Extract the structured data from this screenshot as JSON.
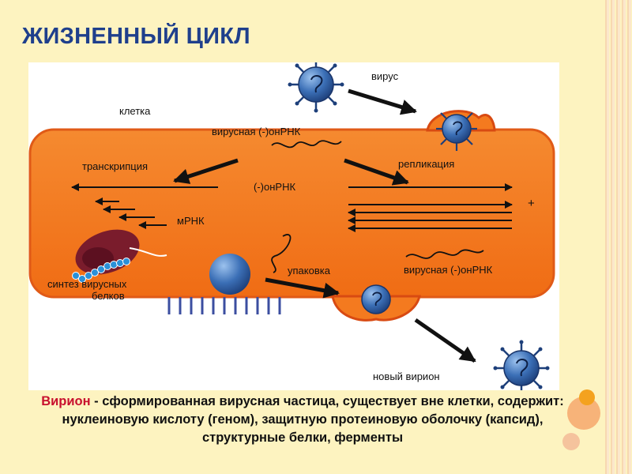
{
  "slide": {
    "title": "ЖИЗНЕННЫЙ ЦИКЛ"
  },
  "diagram": {
    "labels": {
      "virus": "вирус",
      "cell": "клетка",
      "viral_rna_top": "вирусная (-)онРНК",
      "transcription": "транскрипция",
      "replication": "репликация",
      "center_rna": "(-)онРНК",
      "mrna": "мРНК",
      "plus_sign": "+",
      "viral_rna_bottom": "вирусная (-)онРНК",
      "packaging": "упаковка",
      "protein_synthesis_line1": "синтез вирусных",
      "protein_synthesis_line2": "белков",
      "new_virion": "новый вирион"
    },
    "colors": {
      "cell_fill": "#f47a1f",
      "cell_border": "#d94e12",
      "virus_fill": "#3b6fb6",
      "arrow": "#111111",
      "ribosome": "#7a1c2c",
      "bead": "#2a90d8"
    }
  },
  "caption": {
    "term": "Вирион",
    "text": " - сформированная вирусная частица, существует вне клетки, содержит:  нуклеиновую кислоту (геном),   защитную протеиновую оболочку (капсид), структурные белки, ферменты"
  }
}
